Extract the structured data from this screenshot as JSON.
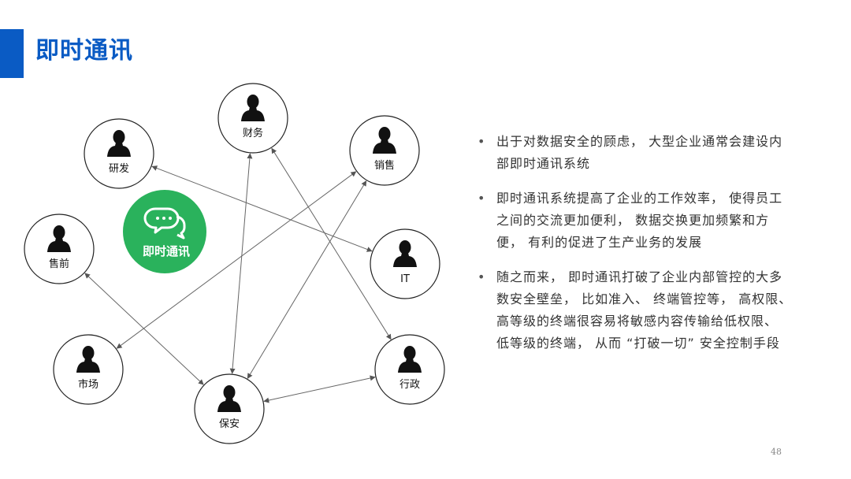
{
  "slide": {
    "title": "即时通讯",
    "page_number": "48"
  },
  "diagram": {
    "hub": {
      "label": "即时通讯",
      "icon": "chat-bubbles-icon",
      "color": "#2ab25c"
    },
    "nodes": [
      {
        "id": "finance",
        "label": "财务",
        "icon": "person-icon"
      },
      {
        "id": "rd",
        "label": "研发",
        "icon": "person-icon"
      },
      {
        "id": "sales",
        "label": "销售",
        "icon": "person-icon"
      },
      {
        "id": "presales",
        "label": "售前",
        "icon": "person-icon"
      },
      {
        "id": "it",
        "label": "IT",
        "icon": "person-icon"
      },
      {
        "id": "marketing",
        "label": "市场",
        "icon": "person-icon"
      },
      {
        "id": "admin",
        "label": "行政",
        "icon": "person-icon"
      },
      {
        "id": "security",
        "label": "保安",
        "icon": "person-icon"
      }
    ],
    "connections": [
      [
        "rd",
        "it"
      ],
      [
        "finance",
        "security"
      ],
      [
        "finance",
        "admin"
      ],
      [
        "sales",
        "marketing"
      ],
      [
        "sales",
        "security"
      ],
      [
        "presales",
        "security"
      ],
      [
        "admin",
        "security"
      ]
    ]
  },
  "bullets": [
    "出于对数据安全的顾虑， 大型企业通常会建设内部即时通讯系统",
    "即时通讯系统提高了企业的工作效率， 使得员工之间的交流更加便利， 数据交换更加频繁和方便， 有利的促进了生产业务的发展",
    "随之而来， 即时通讯打破了企业内部管控的大多数安全壁垒， 比如准入、 终端管控等， 高权限、 高等级的终端很容易将敏感内容传输给低权限、 低等级的终端， 从而 “打破一切” 安全控制手段"
  ]
}
